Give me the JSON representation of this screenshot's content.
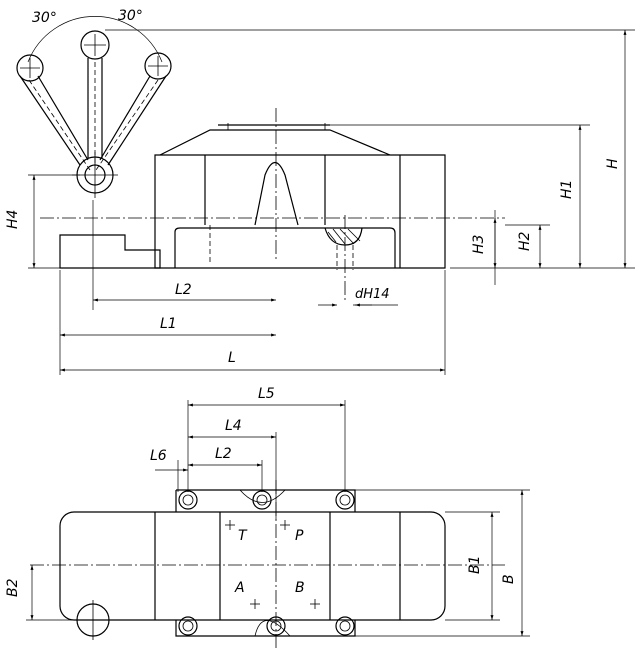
{
  "angles": {
    "left": "30°",
    "right": "30°"
  },
  "front_view": {
    "H": "H",
    "H1": "H1",
    "H2": "H2",
    "H3": "H3",
    "H4": "H4",
    "L": "L",
    "L1": "L1",
    "L2": "L2",
    "hole": "dH14"
  },
  "top_view": {
    "L2": "L2",
    "L4": "L4",
    "L5": "L5",
    "L6": "L6",
    "B": "B",
    "B1": "B1",
    "B2": "B2",
    "ports": {
      "T": "T",
      "P": "P",
      "A": "A",
      "B": "B"
    }
  }
}
